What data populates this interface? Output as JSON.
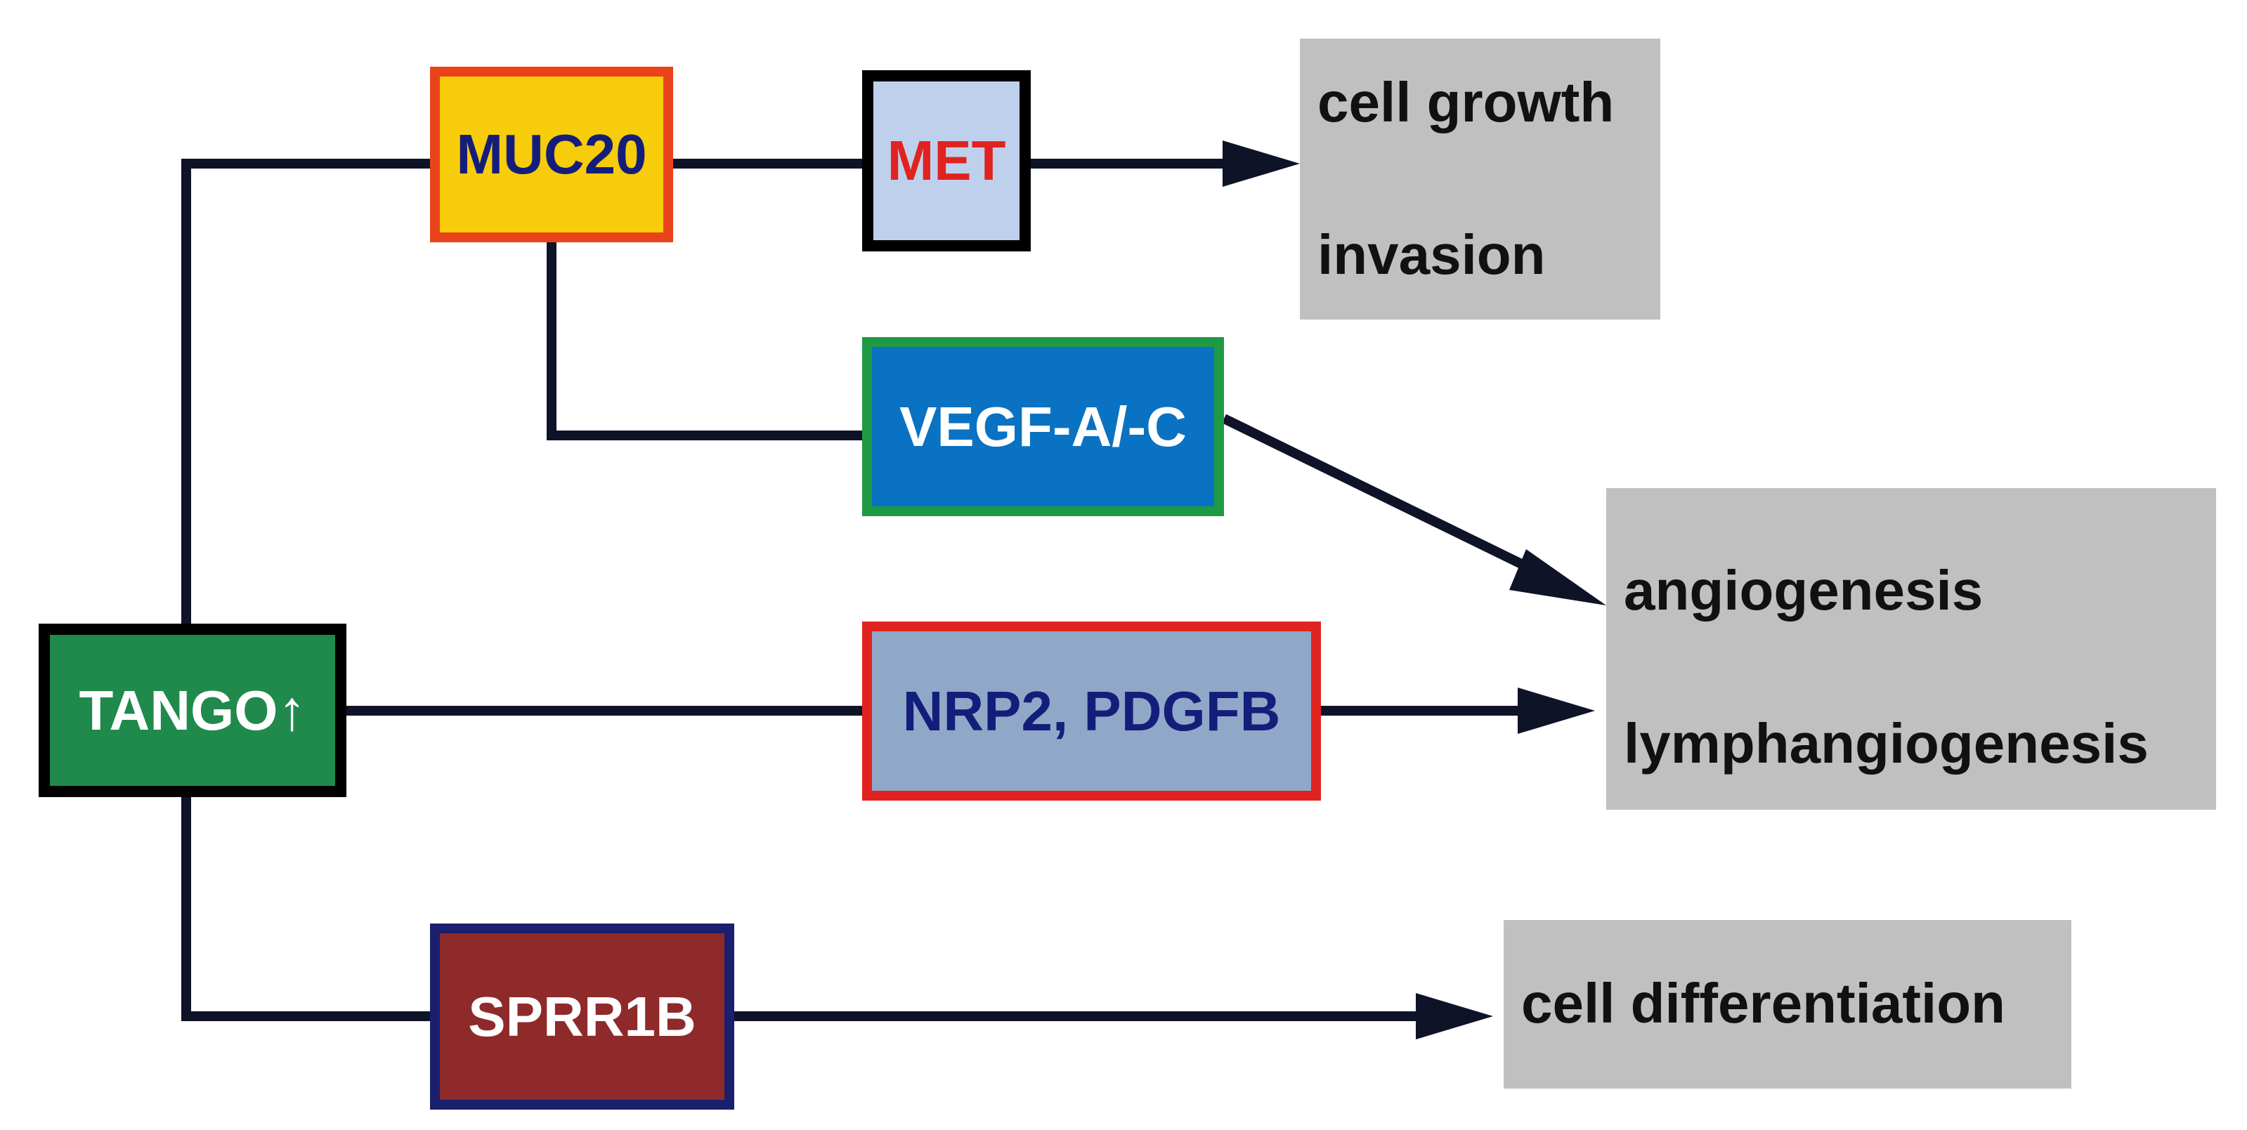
{
  "nodes": {
    "tango": "TANGO↑",
    "muc20": "MUC20",
    "met": "MET",
    "vegf": "VEGF-A/-C",
    "nrp2": "NRP2, PDGFB",
    "sprr1b": "SPRR1B"
  },
  "outcomes": {
    "growth_invasion": [
      "cell growth",
      "invasion"
    ],
    "angio": [
      "angiogenesis",
      "lymphangiogenesis"
    ],
    "differentiation": [
      "cell differentiation"
    ]
  },
  "colors": {
    "tango": "#1f8a4c",
    "muc20": "#f7cc0a",
    "muc20_border": "#ea4319",
    "met": "#bfd0ec",
    "vegf": "#0a72c2",
    "vegf_border": "#1e9a44",
    "nrp2": "#8fa8c8",
    "nrp2_border": "#e0231f",
    "sprr1b": "#8f2a2a",
    "sprr1b_border": "#1a1f6e",
    "outcome_bg": "#c0c0c0",
    "line": "#0f1328"
  }
}
